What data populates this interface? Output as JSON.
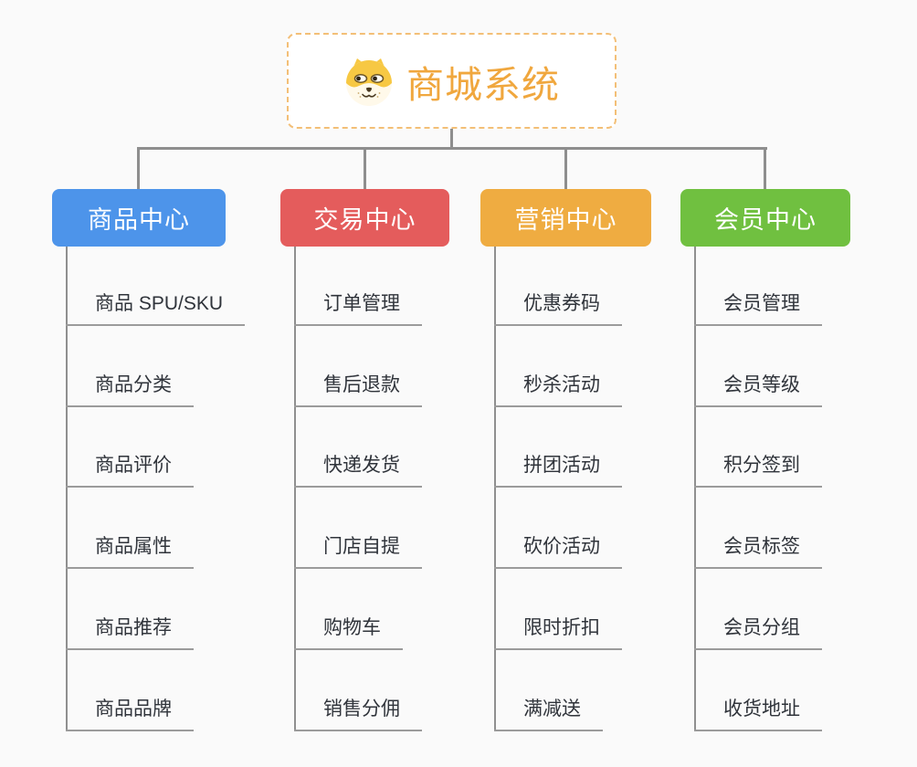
{
  "page": {
    "background": "#fafafa"
  },
  "root": {
    "title": "商城系统",
    "icon": "shiba-dog-icon",
    "title_color": "#f0a73e",
    "border_color": "#f3bf77"
  },
  "connector_color": "#8e8e8e",
  "columns": [
    {
      "label": "商品中心",
      "color": "#4d94ea",
      "items": [
        "商品 SPU/SKU",
        "商品分类",
        "商品评价",
        "商品属性",
        "商品推荐",
        "商品品牌"
      ]
    },
    {
      "label": "交易中心",
      "color": "#e45c5c",
      "items": [
        "订单管理",
        "售后退款",
        "快递发货",
        "门店自提",
        "购物车",
        "销售分佣"
      ]
    },
    {
      "label": "营销中心",
      "color": "#efac41",
      "items": [
        "优惠券码",
        "秒杀活动",
        "拼团活动",
        "砍价活动",
        "限时折扣",
        "满减送"
      ]
    },
    {
      "label": "会员中心",
      "color": "#70c040",
      "items": [
        "会员管理",
        "会员等级",
        "积分签到",
        "会员标签",
        "会员分组",
        "收货地址"
      ]
    }
  ]
}
